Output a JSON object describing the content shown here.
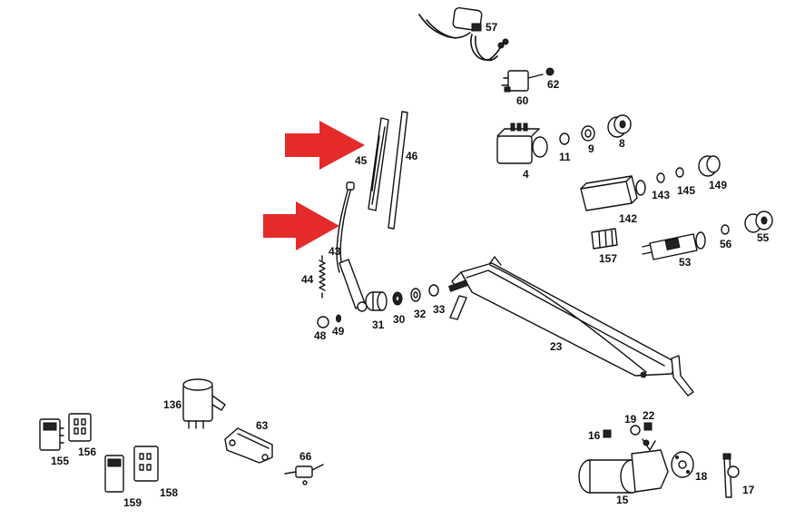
{
  "colors": {
    "arrow": "#e52a2a",
    "line": "#111111",
    "background": "#ffffff"
  },
  "labels": {
    "p57": "57",
    "p60": "60",
    "p62": "62",
    "p4": "4",
    "p11": "11",
    "p9": "9",
    "p8": "8",
    "p45": "45",
    "p46": "46",
    "p43": "43",
    "p44": "44",
    "p142": "142",
    "p143": "143",
    "p145": "145",
    "p149": "149",
    "p157": "157",
    "p53": "53",
    "p56": "56",
    "p55": "55",
    "p48": "48",
    "p49": "49",
    "p31": "31",
    "p30": "30",
    "p32": "32",
    "p33": "33",
    "p23": "23",
    "p136": "136",
    "p63": "63",
    "p66": "66",
    "p155": "155",
    "p156": "156",
    "p159": "159",
    "p158": "158",
    "p16": "16",
    "p19": "19",
    "p22": "22",
    "p15": "15",
    "p18": "18",
    "p17": "17"
  },
  "callouts": [
    {
      "name": "arrow-to-wiper-blade",
      "target": "45"
    },
    {
      "name": "arrow-to-wiper-arm",
      "target": "43"
    }
  ]
}
